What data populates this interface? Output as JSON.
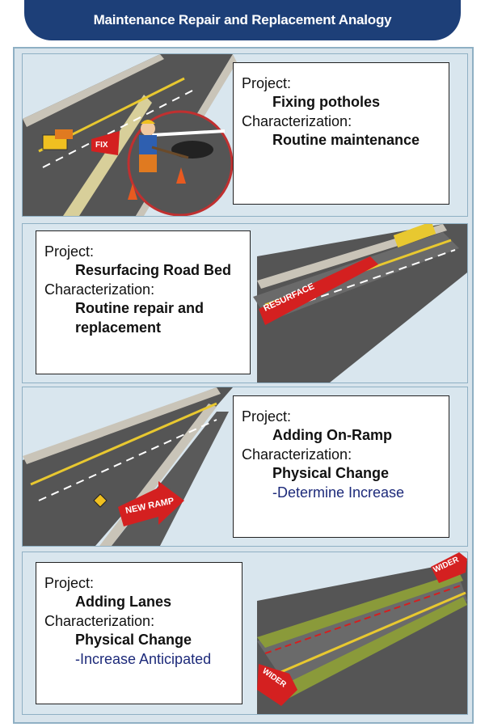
{
  "header": {
    "title": "Maintenance Repair and Replacement Analogy"
  },
  "panels": [
    {
      "project_label": "Project:",
      "project": "Fixing potholes",
      "characterization_label": "Characterization:",
      "characterization": "Routine maintenance",
      "sign": "FIX"
    },
    {
      "project_label": "Project:",
      "project": "Resurfacing Road Bed",
      "characterization_label": "Characterization:",
      "characterization": "Routine repair and replacement",
      "sign": "RESURFACE"
    },
    {
      "project_label": "Project:",
      "project": "Adding On-Ramp",
      "characterization_label": "Characterization:",
      "characterization": "Physical Change",
      "note": "-Determine Increase",
      "sign": "NEW RAMP"
    },
    {
      "project_label": "Project:",
      "project": "Adding Lanes",
      "characterization_label": "Characterization:",
      "characterization": "Physical Change",
      "note": "-Increase Anticipated",
      "sign_top": "WIDER",
      "sign_bottom": "WIDER"
    }
  ],
  "colors": {
    "header": "#1d3f78",
    "frame": "#d8e4ec",
    "road": "#5a5a5a",
    "arrow": "#d42020",
    "shoulder_green": "#8a9a3a"
  }
}
